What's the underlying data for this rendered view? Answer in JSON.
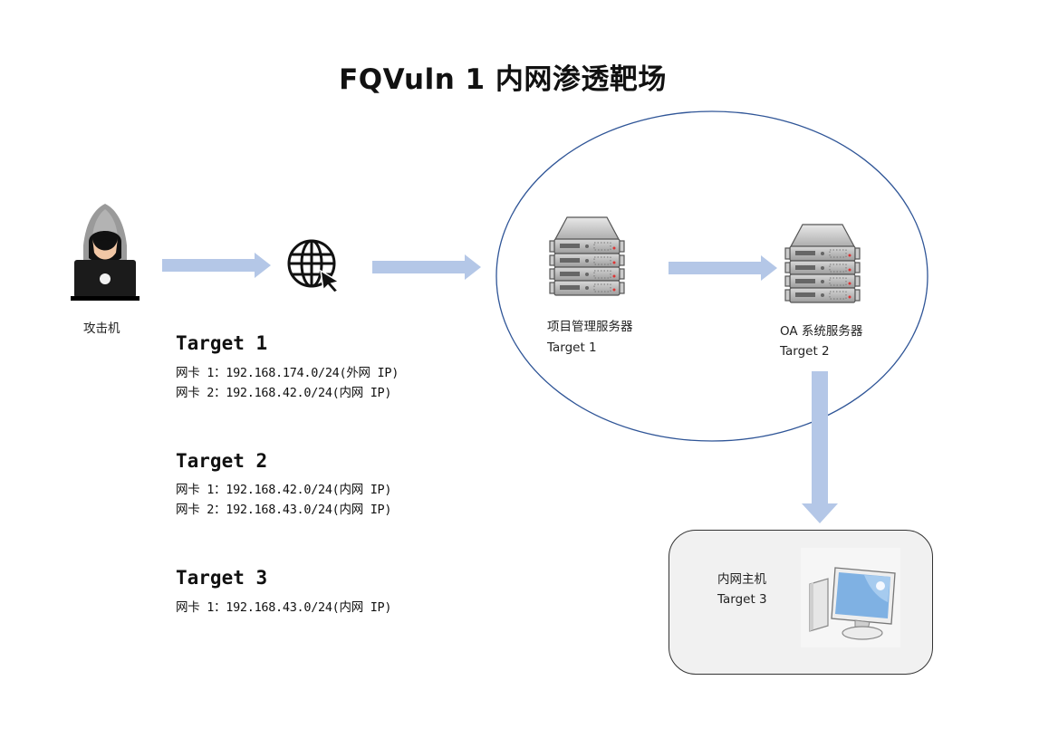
{
  "title": "FQVuln 1 内网渗透靶场",
  "colors": {
    "arrow": "#b4c7e7",
    "ellipse_stroke": "#2f5597",
    "host_box_bg": "#f1f1f1"
  },
  "nodes": {
    "attacker": {
      "icon": "hacker-laptop-icon",
      "label": "攻击机"
    },
    "internet": {
      "icon": "globe-cursor-icon"
    },
    "server1": {
      "icon": "server-rack-icon",
      "label": "项目管理服务器",
      "sub": "Target 1"
    },
    "server2": {
      "icon": "server-rack-icon",
      "label": "OA 系统服务器",
      "sub": "Target 2"
    },
    "host3": {
      "icon": "desktop-computer-icon",
      "label": "内网主机",
      "sub": "Target 3"
    }
  },
  "targets": [
    {
      "title": "Target 1",
      "lines": [
        "网卡 1：192.168.174.0/24(外网 IP)",
        "网卡 2：192.168.42.0/24(内网 IP)"
      ]
    },
    {
      "title": "Target 2",
      "lines": [
        "网卡 1：192.168.42.0/24(内网 IP)",
        "网卡 2：192.168.43.0/24(内网 IP)"
      ]
    },
    {
      "title": "Target 3",
      "lines": [
        "网卡 1：192.168.43.0/24(内网 IP)"
      ]
    }
  ],
  "edges": [
    {
      "from": "attacker",
      "to": "internet",
      "direction": "right"
    },
    {
      "from": "internet",
      "to": "server1",
      "direction": "right"
    },
    {
      "from": "server1",
      "to": "server2",
      "direction": "right"
    },
    {
      "from": "server2",
      "to": "host3",
      "direction": "down"
    }
  ]
}
